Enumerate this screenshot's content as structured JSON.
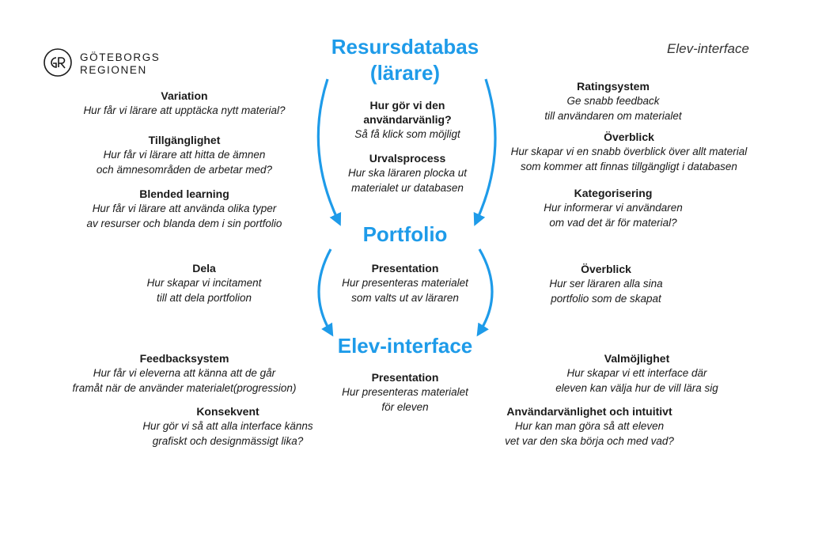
{
  "logo": {
    "text": "GÖTEBORGS\nREGIONEN"
  },
  "header_tag": "Elev-interface",
  "main_nodes": {
    "resursdatabas": "Resursdatabas\n(lärare)",
    "portfolio": "Portfolio",
    "elev_interface": "Elev-interface"
  },
  "blocks": {
    "variation": {
      "heading": "Variation",
      "sub": "Hur får vi lärare att upptäcka nytt material?"
    },
    "tillganglighet": {
      "heading": "Tillgänglighet",
      "sub": "Hur får vi lärare att hitta de ämnen\noch ämnesområden de arbetar med?"
    },
    "blended": {
      "heading": "Blended learning",
      "sub": "Hur får vi lärare att använda olika typer\nav resurser och blanda dem i sin portfolio"
    },
    "anvandarvanlig": {
      "heading": "Hur gör vi den\nanvändarvänlig?",
      "sub": "Så få klick som möjligt"
    },
    "urvalsprocess": {
      "heading": "Urvalsprocess",
      "sub": "Hur ska läraren plocka ut\nmaterialet ur databasen"
    },
    "ratingsystem": {
      "heading": "Ratingsystem",
      "sub": "Ge snabb feedback\ntill användaren om materialet"
    },
    "overblick_db": {
      "heading": "Överblick",
      "sub": "Hur skapar vi en snabb överblick över allt material\nsom kommer att finnas tillgängligt i databasen"
    },
    "kategorisering": {
      "heading": "Kategorisering",
      "sub": "Hur informerar vi användaren\nom vad det är för material?"
    },
    "dela": {
      "heading": "Dela",
      "sub": "Hur skapar vi incitament\ntill att dela portfolion"
    },
    "presentation_portfolio": {
      "heading": "Presentation",
      "sub": "Hur presenteras materialet\nsom valts ut av läraren"
    },
    "overblick_portfolio": {
      "heading": "Överblick",
      "sub": "Hur ser läraren alla sina\nportfolio som de skapat"
    },
    "feedbacksystem": {
      "heading": "Feedbacksystem",
      "sub": "Hur får vi eleverna att känna att de går\nframåt när de använder materialet(progression)"
    },
    "konsekvent": {
      "heading": "Konsekvent",
      "sub": "Hur gör vi så att alla interface känns\ngrafiskt och designmässigt lika?"
    },
    "presentation_elev": {
      "heading": "Presentation",
      "sub": "Hur presenteras materialet\nför eleven"
    },
    "valmojlighet": {
      "heading": "Valmöjlighet",
      "sub": "Hur skapar vi ett interface där\neleven kan välja hur de vill lära sig"
    },
    "intuitivt": {
      "heading": "Användarvänlighet och intuitivt",
      "sub": "Hur kan man göra så att eleven\nvet var den ska börja och med vad?"
    }
  },
  "colors": {
    "accent": "#1e9be9",
    "text": "#1a1a1a"
  }
}
